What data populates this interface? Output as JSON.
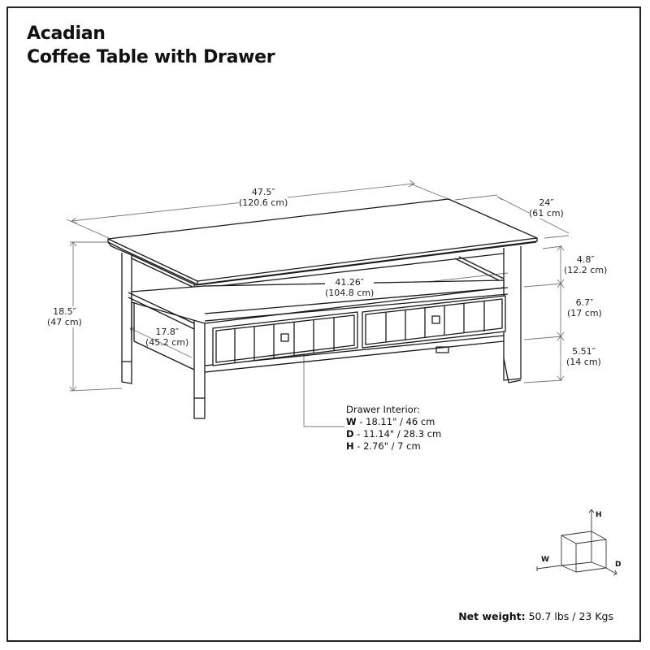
{
  "header": {
    "series": "Acadian",
    "product": "Coffee Table with Drawer"
  },
  "dimensions": {
    "overall_width": {
      "in": "47.5″",
      "cm": "(120.6 cm)"
    },
    "overall_depth": {
      "in": "24″",
      "cm": "(61 cm)"
    },
    "overall_height": {
      "in": "18.5″",
      "cm": "(47 cm)"
    },
    "top_section_height": {
      "in": "4.8″",
      "cm": "(12.2 cm)"
    },
    "drawer_section_height": {
      "in": "6.7″",
      "cm": "(17 cm)"
    },
    "ground_clearance": {
      "in": "5.51″",
      "cm": "(14 cm)"
    },
    "shelf_width": {
      "in": "41.26″",
      "cm": "(104.8 cm)"
    },
    "shelf_depth": {
      "in": "17.8″",
      "cm": "(45.2 cm)"
    }
  },
  "drawer_interior": {
    "title": "Drawer Interior:",
    "rows": [
      {
        "key": "W",
        "value": " - 18.11\" / 46 cm"
      },
      {
        "key": "D",
        "value": " - 11.14\" / 28.3 cm"
      },
      {
        "key": "H",
        "value": " - 2.76\" / 7 cm"
      }
    ]
  },
  "axis_legend": {
    "h": "H",
    "w": "W",
    "d": "D"
  },
  "footer": {
    "weight_label": "Net weight:",
    "weight_value": " 50.7 lbs / 23 Kgs"
  },
  "colors": {
    "line": "#1a1a1a",
    "dimension_line": "#777777",
    "background": "#ffffff"
  }
}
